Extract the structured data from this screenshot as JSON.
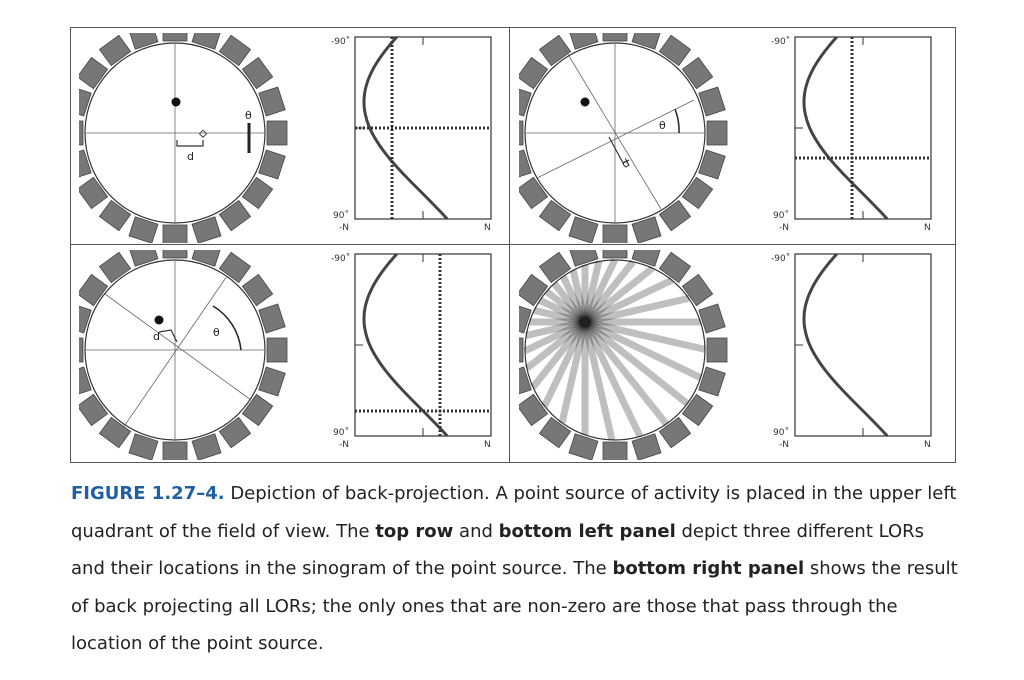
{
  "figure": {
    "panels": [
      {
        "id": "top-left",
        "theta": "θ",
        "d": "d"
      },
      {
        "id": "top-right",
        "theta": "θ",
        "d": "d"
      },
      {
        "id": "bottom-left",
        "theta": "θ",
        "d": "d"
      },
      {
        "id": "bottom-right"
      }
    ],
    "sinogram_labels": {
      "top": "-90˚",
      "bottom": "90˚",
      "left": "-N",
      "right": "N"
    }
  },
  "caption": {
    "label": "FIGURE 1.27–4.",
    "text1": " Depiction of back-projection. A point source of activity is placed in the upper left quadrant of the field of view. The ",
    "bold1": "top row",
    "text2": " and ",
    "bold2": "bottom left panel",
    "text3": " depict three different LORs and their locations in the sinogram of the point source. The ",
    "bold3": "bottom right panel",
    "text4": " shows the result of back projecting all LORs; the only ones that are non-zero are those that pass through the location of the point source."
  }
}
